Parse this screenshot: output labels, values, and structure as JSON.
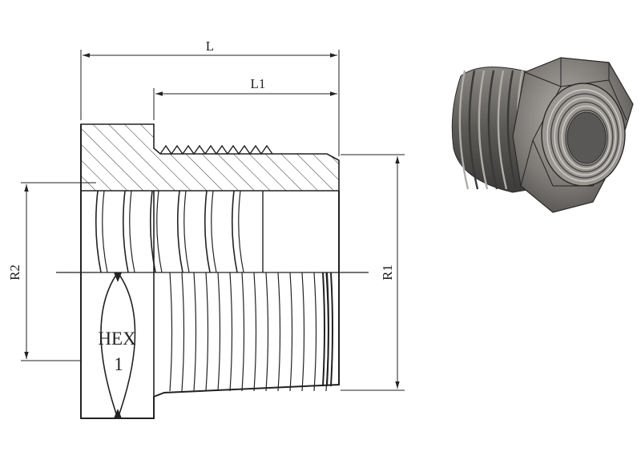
{
  "dimensions": {
    "overall_length": "L",
    "thread_length": "L1",
    "male_thread": "R1",
    "female_thread": "R2"
  },
  "hex_label": {
    "line1": "HEX",
    "line2": "1"
  },
  "colors": {
    "line": "#222222",
    "hatch": "#333333",
    "render_dark": "#4e4c4a",
    "render_mid": "#8e8b87",
    "render_light": "#c9c6c2"
  }
}
